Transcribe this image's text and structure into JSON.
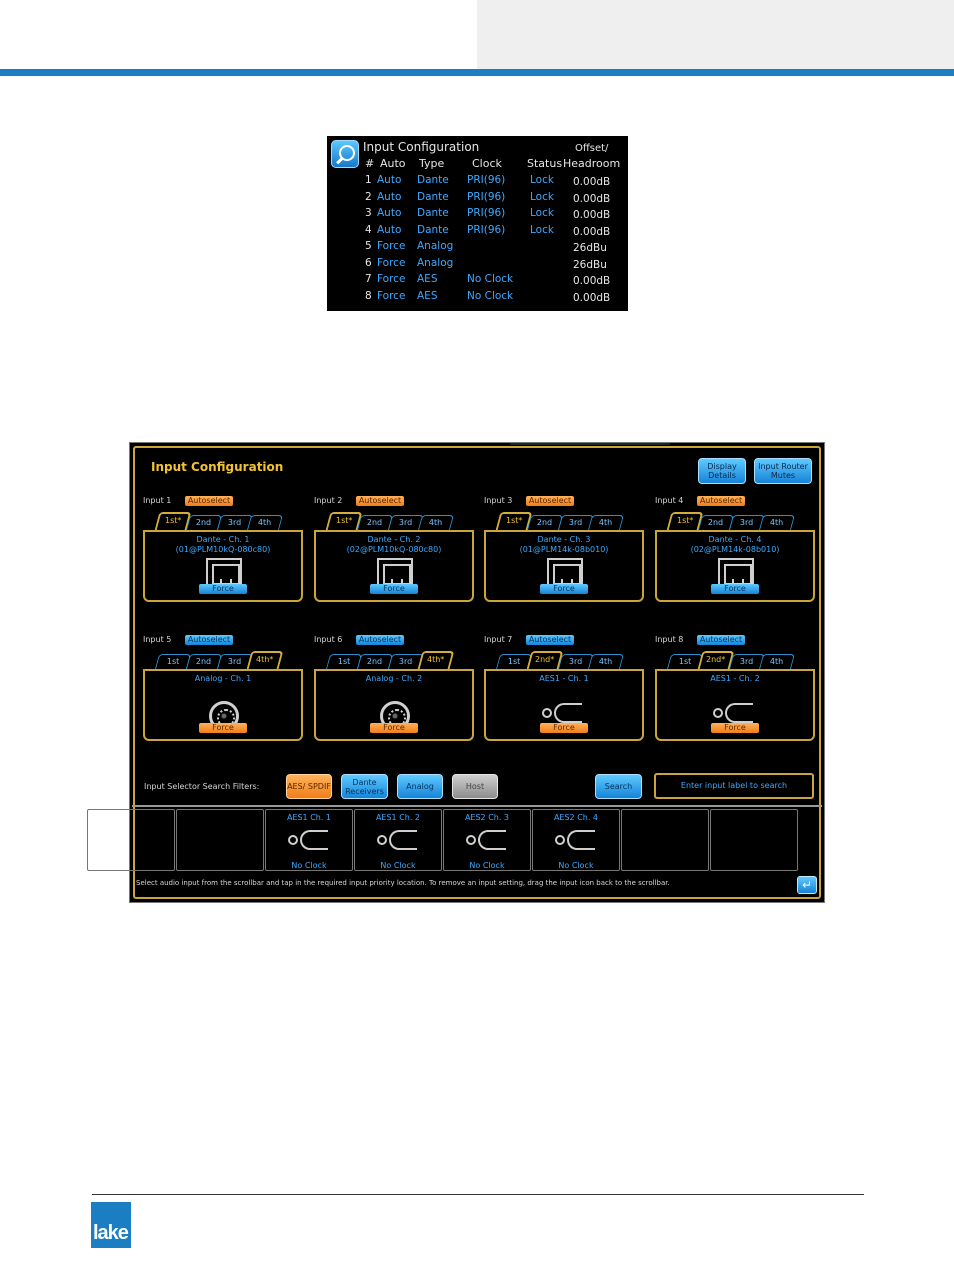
{
  "header": {
    "logo_text": "lake"
  },
  "mini": {
    "title": "Input Configuration",
    "offset_label": "Offset/",
    "headers": [
      "#",
      "Auto",
      "Type",
      "Clock",
      "Status",
      "Headroom"
    ],
    "rows": [
      {
        "n": "1",
        "auto": "Auto",
        "type": "Dante",
        "clock": "PRI(96)",
        "status": "Lock",
        "head": "0.00dB"
      },
      {
        "n": "2",
        "auto": "Auto",
        "type": "Dante",
        "clock": "PRI(96)",
        "status": "Lock",
        "head": "0.00dB"
      },
      {
        "n": "3",
        "auto": "Auto",
        "type": "Dante",
        "clock": "PRI(96)",
        "status": "Lock",
        "head": "0.00dB"
      },
      {
        "n": "4",
        "auto": "Auto",
        "type": "Dante",
        "clock": "PRI(96)",
        "status": "Lock",
        "head": "0.00dB"
      },
      {
        "n": "5",
        "auto": "Force",
        "type": "Analog",
        "clock": "",
        "status": "",
        "head": "26dBu"
      },
      {
        "n": "6",
        "auto": "Force",
        "type": "Analog",
        "clock": "",
        "status": "",
        "head": "26dBu"
      },
      {
        "n": "7",
        "auto": "Force",
        "type": "AES",
        "clock": "No Clock",
        "status": "",
        "head": "0.00dB"
      },
      {
        "n": "8",
        "auto": "Force",
        "type": "AES",
        "clock": "No Clock",
        "status": "",
        "head": "0.00dB"
      }
    ]
  },
  "main": {
    "title": "Input Configuration",
    "display_details": "Display Details",
    "router_mutes": "Input Router Mutes",
    "inputs": [
      {
        "label": "Input 1",
        "mode": "Autoselect",
        "mode_color": "orange",
        "tabs": [
          "1st*",
          "2nd",
          "3rd",
          "4th"
        ],
        "active": 0,
        "name1": "Dante - Ch. 1",
        "name2": "(01@PLM10kQ-080c80)",
        "icon": "rj45",
        "force": "Force",
        "force_color": "blue"
      },
      {
        "label": "Input 2",
        "mode": "Autoselect",
        "mode_color": "orange",
        "tabs": [
          "1st*",
          "2nd",
          "3rd",
          "4th"
        ],
        "active": 0,
        "name1": "Dante - Ch. 2",
        "name2": "(02@PLM10kQ-080c80)",
        "icon": "rj45",
        "force": "Force",
        "force_color": "blue"
      },
      {
        "label": "Input 3",
        "mode": "Autoselect",
        "mode_color": "orange",
        "tabs": [
          "1st*",
          "2nd",
          "3rd",
          "4th"
        ],
        "active": 0,
        "name1": "Dante - Ch. 3",
        "name2": "(01@PLM14k-08b010)",
        "icon": "rj45",
        "force": "Force",
        "force_color": "blue"
      },
      {
        "label": "Input 4",
        "mode": "Autoselect",
        "mode_color": "orange",
        "tabs": [
          "1st*",
          "2nd",
          "3rd",
          "4th"
        ],
        "active": 0,
        "name1": "Dante - Ch. 4",
        "name2": "(02@PLM14k-08b010)",
        "icon": "rj45",
        "force": "Force",
        "force_color": "blue"
      },
      {
        "label": "Input 5",
        "mode": "Autoselect",
        "mode_color": "blue",
        "tabs": [
          "1st",
          "2nd",
          "3rd",
          "4th*"
        ],
        "active": 3,
        "name1": "Analog - Ch. 1",
        "name2": "",
        "icon": "xlr",
        "force": "Force",
        "force_color": "orange"
      },
      {
        "label": "Input 6",
        "mode": "Autoselect",
        "mode_color": "blue",
        "tabs": [
          "1st",
          "2nd",
          "3rd",
          "4th*"
        ],
        "active": 3,
        "name1": "Analog - Ch. 2",
        "name2": "",
        "icon": "xlr",
        "force": "Force",
        "force_color": "orange"
      },
      {
        "label": "Input 7",
        "mode": "Autoselect",
        "mode_color": "blue",
        "tabs": [
          "1st",
          "2nd*",
          "3rd",
          "4th"
        ],
        "active": 1,
        "name1": "AES1 - Ch. 1",
        "name2": "",
        "icon": "aes",
        "force": "Force",
        "force_color": "orange"
      },
      {
        "label": "Input 8",
        "mode": "Autoselect",
        "mode_color": "blue",
        "tabs": [
          "1st",
          "2nd*",
          "3rd",
          "4th"
        ],
        "active": 1,
        "name1": "AES1 - Ch. 2",
        "name2": "",
        "icon": "aes",
        "force": "Force",
        "force_color": "orange"
      }
    ],
    "filters_label": "Input Selector Search Filters:",
    "filters": [
      "AES/ SPDIF",
      "Dante Receivers",
      "Analog",
      "Host"
    ],
    "search": "Search",
    "search_placeholder": "Enter input label to search",
    "scroll_items": [
      {
        "label": "",
        "status": ""
      },
      {
        "label": "",
        "status": ""
      },
      {
        "label": "AES1 Ch. 1",
        "status": "No Clock"
      },
      {
        "label": "AES1 Ch. 2",
        "status": "No Clock"
      },
      {
        "label": "AES2 Ch. 3",
        "status": "No Clock"
      },
      {
        "label": "AES2 Ch. 4",
        "status": "No Clock"
      },
      {
        "label": "",
        "status": ""
      },
      {
        "label": "",
        "status": ""
      }
    ],
    "status_text": "Select audio input from the scrollbar and tap in the required input priority location. To remove an input setting, drag the input icon back to the scrollbar.",
    "return_icon": "return-icon"
  }
}
